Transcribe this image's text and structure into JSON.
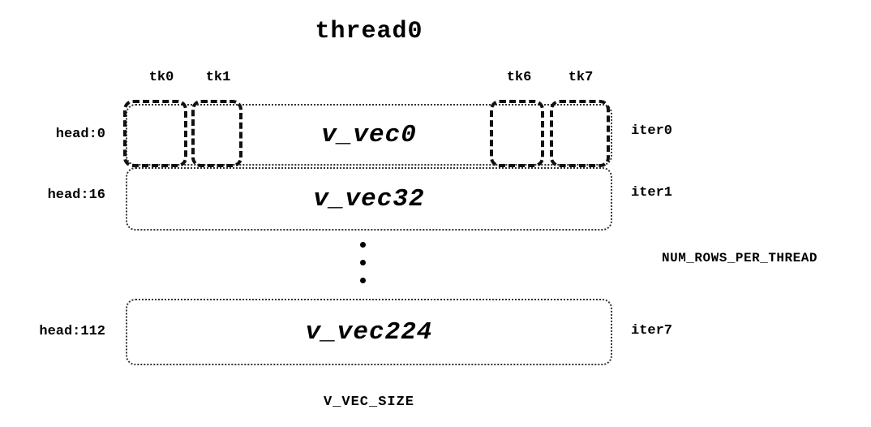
{
  "title": "thread0",
  "tk_labels": [
    "tk0",
    "tk1",
    "tk6",
    "tk7"
  ],
  "rows": [
    {
      "head": "head:0",
      "vec": "v_vec0",
      "iter": "iter0"
    },
    {
      "head": "head:16",
      "vec": "v_vec32",
      "iter": "iter1"
    },
    {
      "head": "head:112",
      "vec": "v_vec224",
      "iter": "iter7"
    }
  ],
  "annotations": {
    "rows_per_thread": "NUM_ROWS_PER_THREAD",
    "vec_size": "V_VEC_SIZE"
  }
}
